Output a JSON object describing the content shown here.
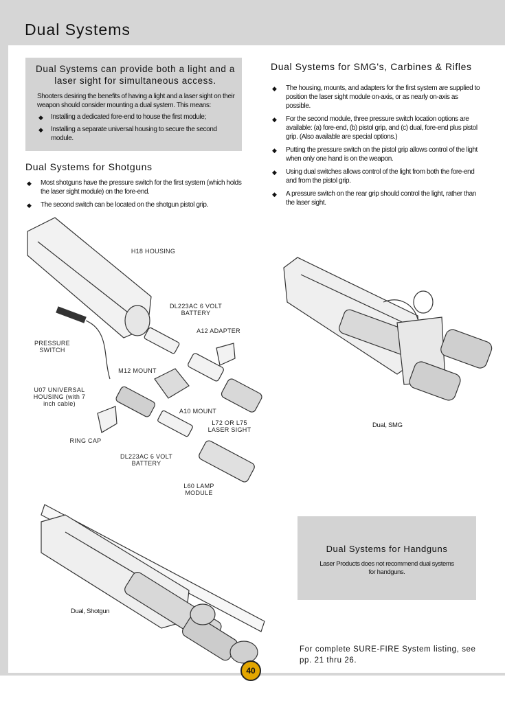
{
  "page": {
    "title": "Dual Systems",
    "page_number": "40",
    "listing_note": "For complete SURE-FIRE System listing, see pp. 21 thru 26."
  },
  "intro": {
    "heading": "Dual Systems can provide both a light and a laser sight for simultaneous access.",
    "text": "Shooters desiring the benefits of having a light and a laser sight on their weapon should consider mounting a dual system. This means:",
    "bullets": [
      "Installing a dedicated fore-end to house the first module;",
      "Installing a separate universal housing to secure the second module."
    ]
  },
  "shotguns": {
    "heading": "Dual Systems for Shotguns",
    "bullets": [
      "Most shotguns have the pressure switch for the first system (which holds the laser sight module) on the fore-end.",
      "The second switch can be located on the shotgun pistol grip."
    ]
  },
  "smg": {
    "heading": "Dual Systems for SMG's, Carbines & Rifles",
    "bullets": [
      "The housing, mounts, and adapters for the first system are supplied to position the laser sight module on-axis, or as nearly on-axis as possible.",
      "For the second module, three pressure switch location options are available: (a) fore-end, (b) pistol grip, and (c) dual, fore-end plus pistol grip. (Also available are special options.)",
      "Putting the pressure switch on the pistol grip allows control of the light when only one hand is on the weapon.",
      "Using dual switches allows control of the light from both the fore-end and from the pistol grip.",
      "A pressure switch on the rear grip should control the light, rather than the laser sight."
    ]
  },
  "handguns": {
    "heading": "Dual Systems for Handguns",
    "text": "Laser Products does not recommend dual systems for handguns."
  },
  "captions": {
    "smg": "Dual, SMG",
    "shotgun": "Dual, Shotgun"
  },
  "diagram_labels": {
    "h18": "H18 HOUSING",
    "dl223_top": "DL223AC 6 VOLT BATTERY",
    "a12": "A12 ADAPTER",
    "pressure_switch": "PRESSURE SWITCH",
    "m12": "M12 MOUNT",
    "u07": "U07 UNIVERSAL HOUSING (with 7 inch cable)",
    "a10": "A10 MOUNT",
    "l72": "L72 OR L75 LASER SIGHT",
    "ring_cap": "RING CAP",
    "dl223_bottom": "DL223AC 6 VOLT BATTERY",
    "l60": "L60 LAMP MODULE"
  },
  "icons": {
    "bullet": "diamond-bullet-icon"
  },
  "colors": {
    "header_gray": "#d6d6d6",
    "box_gray": "#d3d3d3",
    "badge_gold": "#e3a600"
  }
}
